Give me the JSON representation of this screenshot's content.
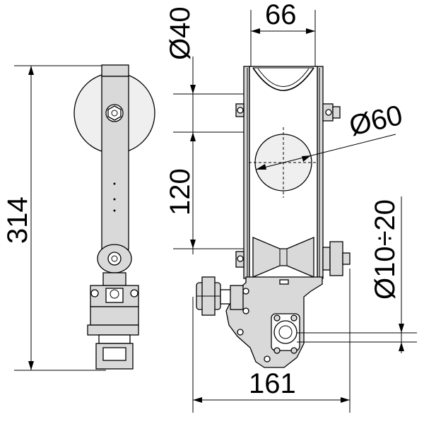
{
  "drawing": {
    "dimensions": {
      "d40": "Ø40",
      "w66": "66",
      "d60": "Ø60",
      "h120": "120",
      "h314": "314",
      "d10_20": "Ø10÷20",
      "w161": "161"
    }
  },
  "colors": {
    "line": "#000000",
    "part_fill": "#d9d9d9",
    "background": "#ffffff"
  }
}
